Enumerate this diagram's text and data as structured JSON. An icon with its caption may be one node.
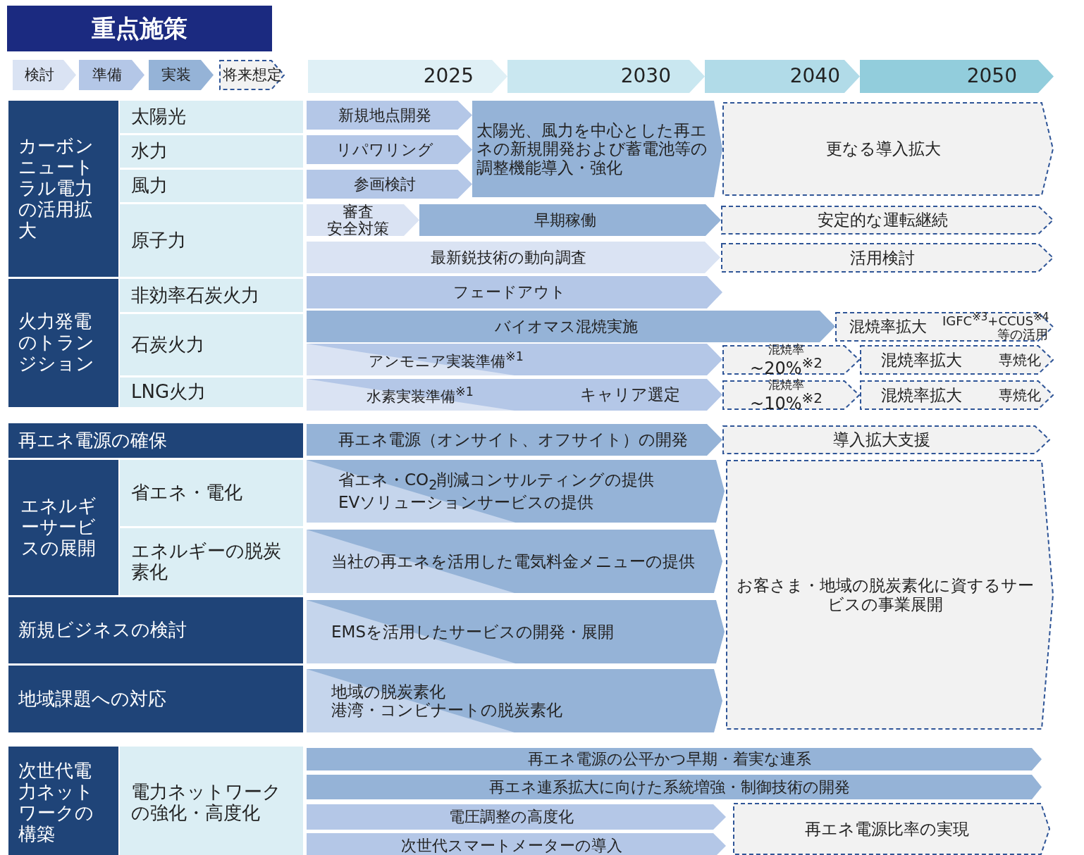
{
  "diagram": {
    "title": "重点施策",
    "nodes": [
      {
        "text": [
          "2025"
        ]
      },
      {
        "text": [
          "2030"
        ]
      },
      {
        "text": [
          "2040"
        ]
      },
      {
        "text": [
          "2050"
        ]
      },
      {
        "text": [
          "カーボンニュートラル電力の活用拡大"
        ]
      },
      {
        "text": [
          "太陽光"
        ]
      },
      {
        "text": [
          "水力"
        ]
      },
      {
        "text": [
          "風力"
        ]
      },
      {
        "text": [
          "原子力"
        ]
      },
      {
        "text": [
          "新規地点開発"
        ]
      },
      {
        "text": [
          "リパワリング"
        ]
      },
      {
        "text": [
          "参画検討"
        ]
      },
      {
        "text": [
          "太陽光、風力を中心とした再エネの新規開発および蓄電池等の調整機能導入・強化"
        ]
      },
      {
        "text": [
          "更なる導入拡大"
        ]
      },
      {
        "text": [
          "審査",
          "安全対策"
        ]
      },
      {
        "text": [
          "早期稼働"
        ]
      },
      {
        "text": [
          "安定的な運転継続"
        ]
      },
      {
        "text": [
          "最新鋭技術の動向調査"
        ]
      },
      {
        "text": [
          "活用検討"
        ]
      },
      {
        "text": [
          "火力発電のトランジション"
        ]
      },
      {
        "text": [
          "非効率石炭火力"
        ]
      },
      {
        "text": [
          "石炭火力"
        ]
      },
      {
        "text": [
          "LNG火力"
        ]
      },
      {
        "text": [
          "フェードアウト"
        ]
      },
      {
        "text": [
          "バイオマス混焼実施"
        ]
      },
      {
        "text": [
          "混焼率拡大",
          "IGFC$^{※3}$+CCUS$^{※4}$等の活用"
        ]
      },
      {
        "text": [
          "アンモニア実装準備$^{※1}$"
        ]
      },
      {
        "text": [
          "混焼率",
          "~20%$^{※2}$"
        ]
      },
      {
        "text": [
          "混焼率拡大",
          "専焼化"
        ]
      },
      {
        "text": [
          "水素実装準備$^{※1}$",
          "キャリア選定"
        ]
      },
      {
        "text": [
          "混焼率",
          "~10%$^{※2}$"
        ]
      },
      {
        "text": [
          "混焼率拡大",
          "専焼化"
        ]
      },
      {
        "text": [
          "再エネ電源の確保"
        ]
      },
      {
        "text": [
          "再エネ電源（オンサイト、オフサイト）の開発"
        ]
      },
      {
        "text": [
          "導入拡大支援"
        ]
      },
      {
        "text": [
          "エネルギーサービスの展開"
        ]
      },
      {
        "text": [
          "省エネ・電化"
        ]
      },
      {
        "text": [
          "エネルギーの脱炭素化"
        ]
      },
      {
        "text": [
          "省エネ・CO$_{2}$削減コンサルティングの提供",
          "EVソリューションサービスの提供"
        ]
      },
      {
        "text": [
          "当社の再エネを活用した電気料金メニューの提供"
        ]
      },
      {
        "text": [
          "新規ビジネスの検討"
        ]
      },
      {
        "text": [
          "EMSを活用したサービスの開発・展開"
        ]
      },
      {
        "text": [
          "地域課題への対応"
        ]
      },
      {
        "text": [
          "地域の脱炭素化",
          "港湾・コンビナートの脱炭素化"
        ]
      },
      {
        "text": [
          "お客さま・地域の脱炭素化に資するサービスの事業展開"
        ]
      },
      {
        "text": [
          "次世代電力ネットワークの構築"
        ]
      },
      {
        "text": [
          "電力ネットワークの強化・高度化"
        ]
      },
      {
        "text": [
          "再エネ電源の公平かつ早期・着実な連系"
        ]
      },
      {
        "text": [
          "再エネ連系拡大に向けた系統増強・制御技術の開発"
        ]
      },
      {
        "text": [
          "電圧調整の高度化"
        ]
      },
      {
        "text": [
          "次世代スマートメーターの導入"
        ]
      },
      {
        "text": [
          "再エネ電源比率の実現"
        ]
      }
    ],
    "legend": [
      {
        "text": "検討",
        "color": "#dae3f3"
      },
      {
        "text": "準備",
        "color": "#b4c7e7"
      },
      {
        "text": "実装",
        "color": "#95b3d7"
      },
      {
        "text": "将来想定"
      }
    ]
  }
}
